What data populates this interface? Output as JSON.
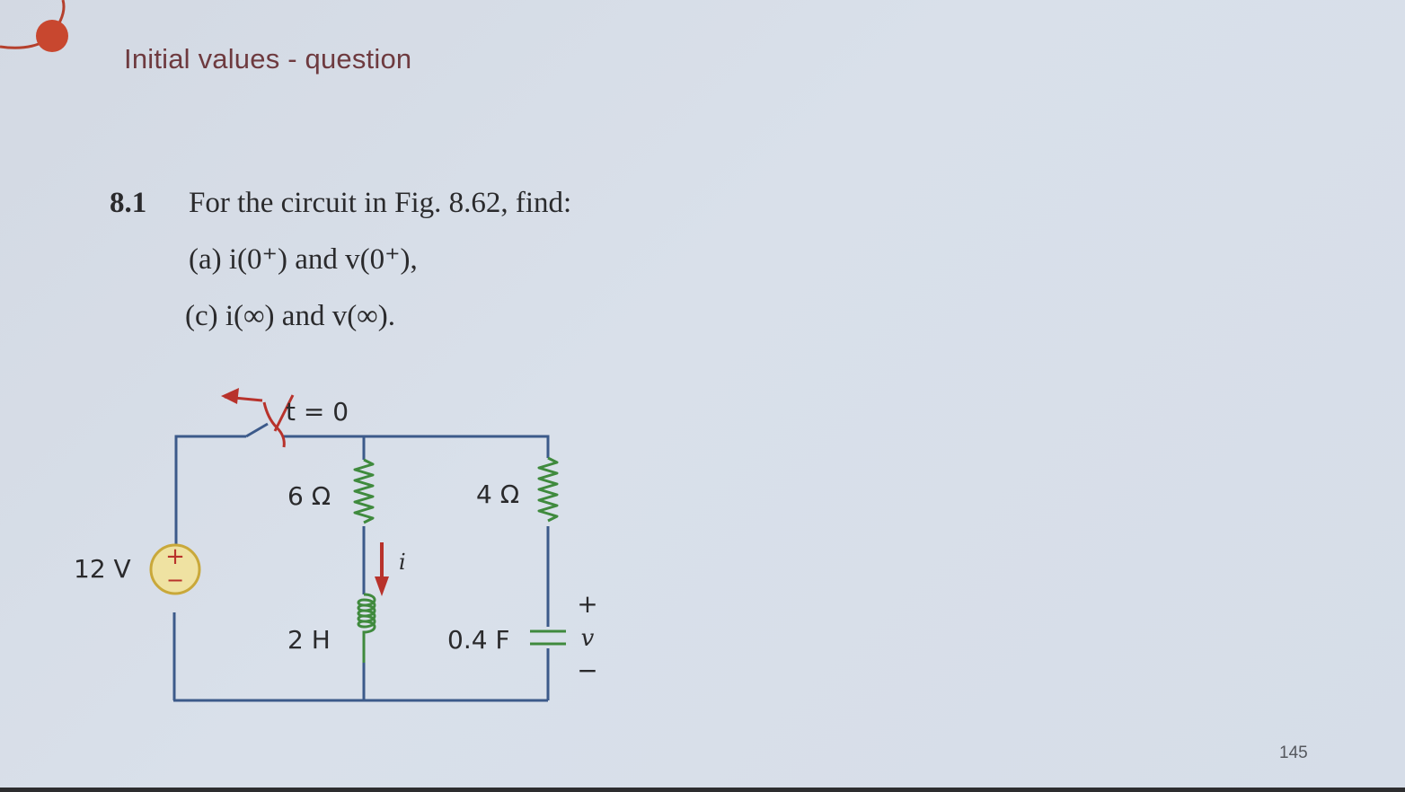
{
  "slide": {
    "title": "Initial values - question",
    "page_number": "145"
  },
  "problem": {
    "number": "8.1",
    "intro": "For the circuit in Fig. 8.62, find:",
    "part_a": "(a) i(0⁺) and v(0⁺),",
    "part_c": "(c) i(∞) and v(∞)."
  },
  "circuit": {
    "switch_label": "t = 0",
    "source_label": "12 V",
    "r1_label": "6 Ω",
    "r2_label": "4 Ω",
    "inductor_label": "2 H",
    "capacitor_label": "0.4 F",
    "current_label": "i",
    "voltage_label": "v",
    "voltage_plus": "+",
    "voltage_minus": "−",
    "source_plus": "+",
    "source_minus": "−"
  },
  "colors": {
    "wire": "#3c5a8a",
    "component": "#3f8a3d",
    "arrow": "#b8322b",
    "source_fill": "#efe2a2",
    "source_stroke": "#c9a83a",
    "title": "#6e3a3f",
    "corner_dot": "#c8472f"
  }
}
